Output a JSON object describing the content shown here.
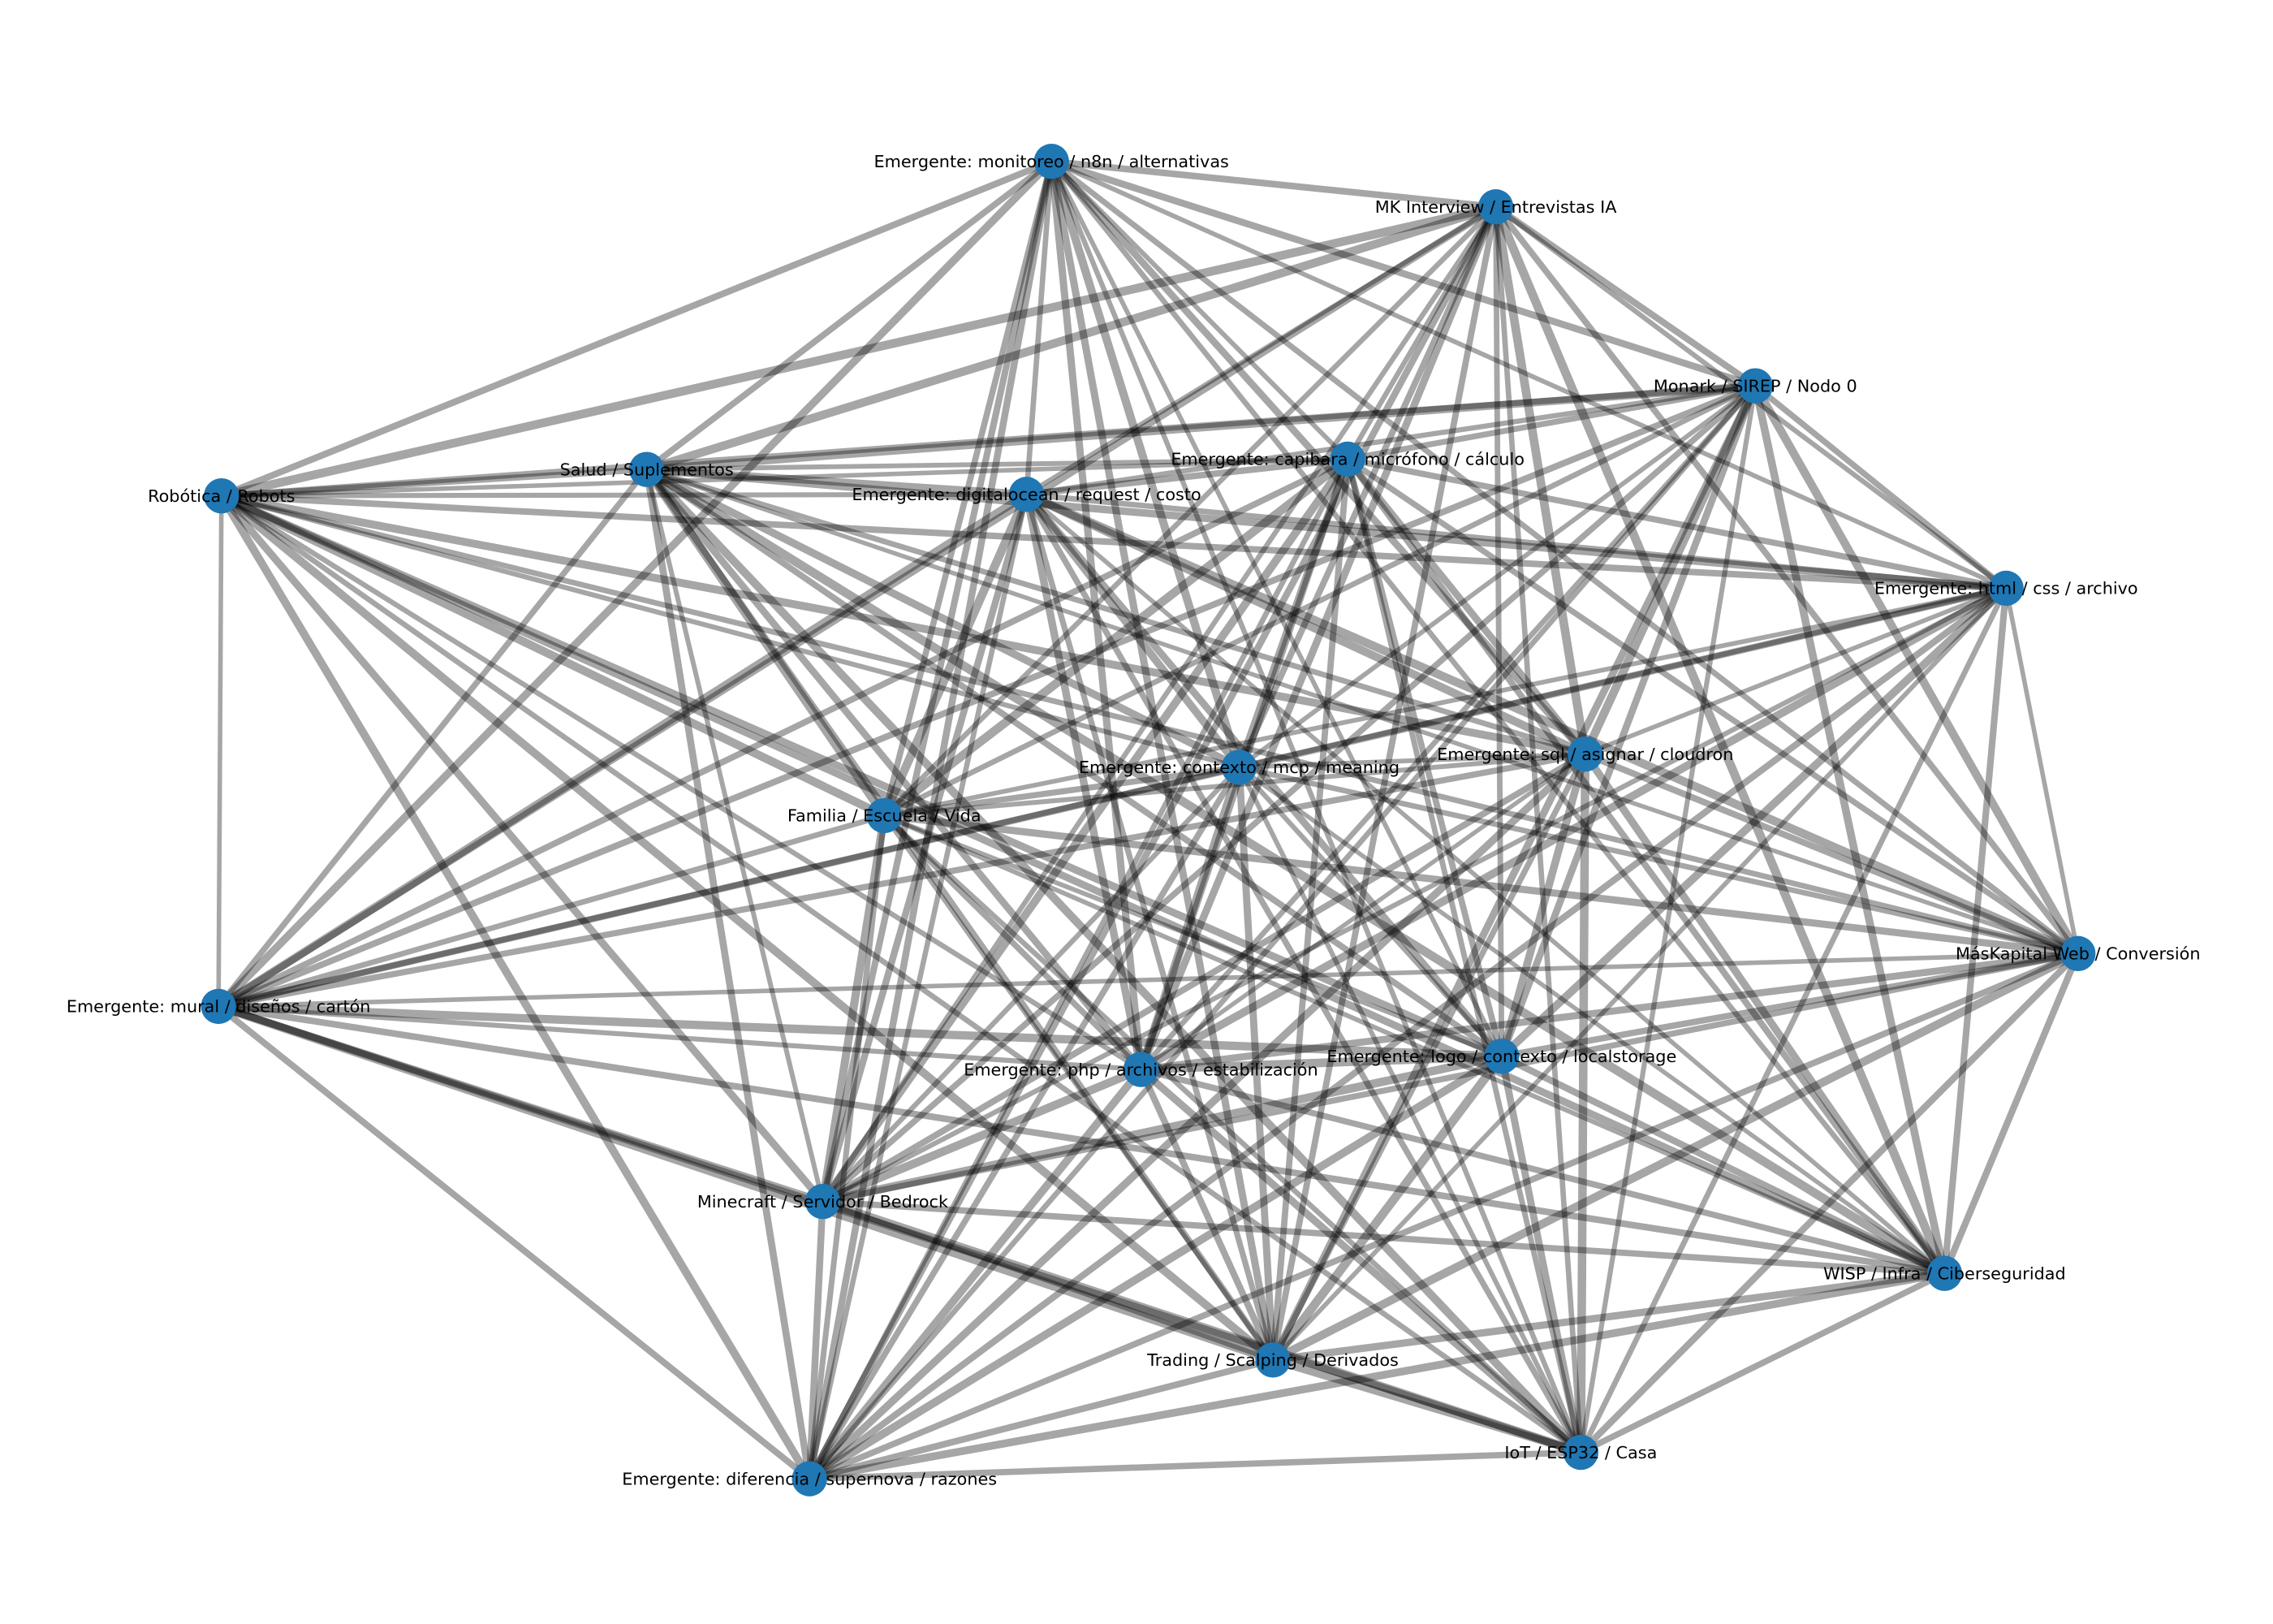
{
  "graph": {
    "node_color": "#1f77b4",
    "edge_color": "#000000",
    "nodes": [
      {
        "label": "Emergente: monitoreo / n8n / alternativas"
      },
      {
        "label": "MK Interview / Entrevistas IA"
      },
      {
        "label": "Monark / SIREP / Nodo 0"
      },
      {
        "label": "Emergente: capibara / micrófono / cálculo"
      },
      {
        "label": "Emergente: digitalocean / request / costo"
      },
      {
        "label": "Salud / Suplementos"
      },
      {
        "label": "Robótica / Robots"
      },
      {
        "label": "Emergente: html / css / archivo"
      },
      {
        "label": "Emergente: contexto / mcp / meaning"
      },
      {
        "label": "Emergente: sql / asignar / cloudron"
      },
      {
        "label": "Familia / Escuela / Vida"
      },
      {
        "label": "MásKapital Web / Conversión"
      },
      {
        "label": "Emergente: mural / diseños / cartón"
      },
      {
        "label": "Emergente: php / archivos / estabilización"
      },
      {
        "label": "Emergente: logo / contexto / localstorage"
      },
      {
        "label": "Minecraft / Servidor / Bedrock"
      },
      {
        "label": "WISP / Infra / Ciberseguridad"
      },
      {
        "label": "Trading / Scalping / Derivados"
      },
      {
        "label": "IoT / ESP32 / Casa"
      },
      {
        "label": "Emergente: diferencia / supernova / razones"
      }
    ],
    "edges_fully_connected": true
  }
}
